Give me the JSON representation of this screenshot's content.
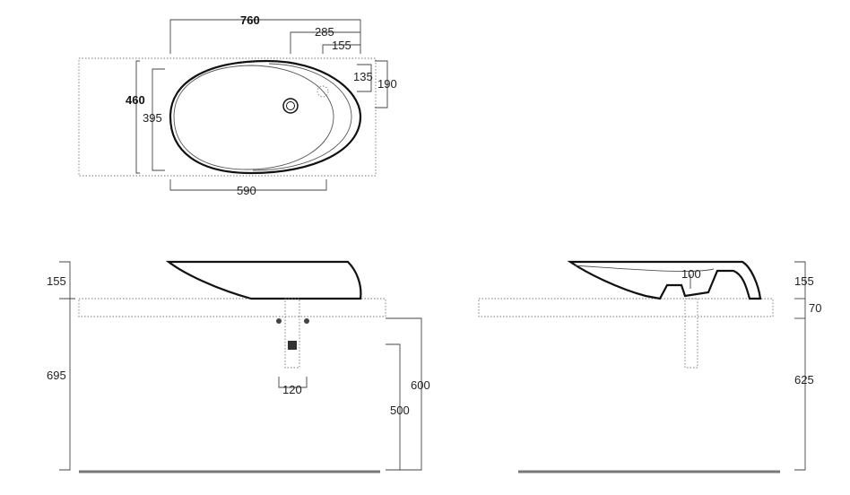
{
  "top_view": {
    "width_overall": "760",
    "offset_285": "285",
    "offset_155": "155",
    "depth_overall": "460",
    "depth_inner": "395",
    "right_135": "135",
    "right_190": "190",
    "width_bottom": "590"
  },
  "front_view": {
    "basin_height": "155",
    "height_total": "695",
    "drain_spacing": "120",
    "height_600": "600",
    "height_500": "500"
  },
  "side_view": {
    "inner_100": "100",
    "basin_height": "155",
    "counter_70": "70",
    "height_625": "625"
  },
  "colors": {
    "line": "#111111",
    "dimension": "#444444",
    "floor": "#777777"
  }
}
